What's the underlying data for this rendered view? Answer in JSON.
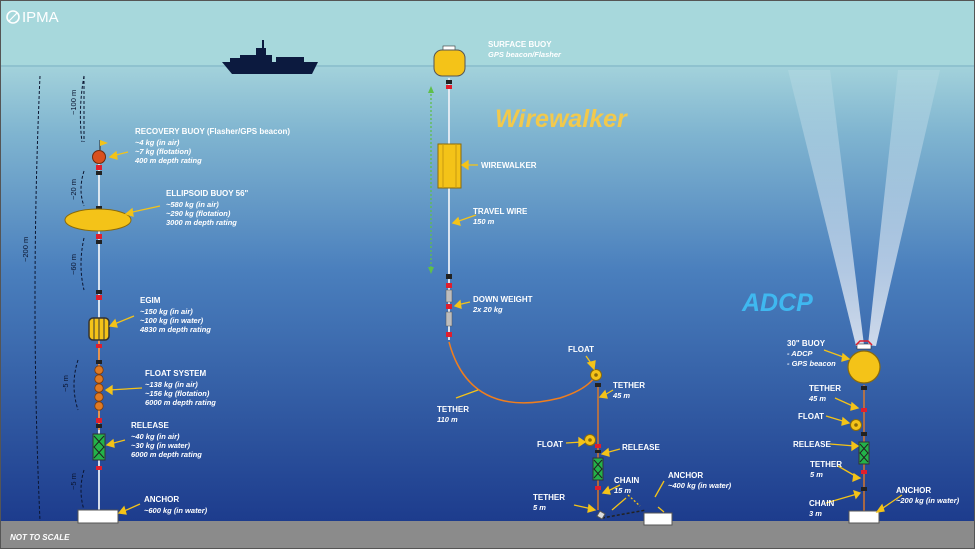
{
  "header": {
    "logo_text": "IPMA"
  },
  "colors": {
    "sky": "#a7d8dc",
    "sea_top": "#a3d2db",
    "sea_bottom": "#1d3c8d",
    "seabed": "#8b8b8b",
    "yellow": "#f4c318",
    "orange_line": "#f07e1d",
    "wire": "#e8eef5",
    "ship": "#0c1a3f"
  },
  "scale_note": "NOT TO SCALE",
  "titles": {
    "wirewalker": "Wirewalker",
    "adcp": "ADCP"
  },
  "depths": {
    "d100": "~100 m",
    "d20": "~20 m",
    "d60": "~60 m",
    "d200": "~200 m",
    "d5a": "~5 m",
    "d5b": "~5 m"
  },
  "left_mooring": {
    "recovery": {
      "name": "RECOVERY BUOY (Flasher/GPS beacon)",
      "l1": "~4 kg (in air)",
      "l2": "~7 kg (flotation)",
      "l3": "400 m depth rating"
    },
    "ellipsoid": {
      "name": "ELLIPSOID BUOY 56\"",
      "l1": "~580 kg (in air)",
      "l2": "~290 kg (flotation)",
      "l3": "3000 m depth rating"
    },
    "egim": {
      "name": "EGIM",
      "l1": "~150 kg (in air)",
      "l2": "~100 kg (in water)",
      "l3": "4830 m depth rating"
    },
    "float": {
      "name": "FLOAT SYSTEM",
      "l1": "~138 kg (in air)",
      "l2": "~156 kg (flotation)",
      "l3": "6000 m depth rating"
    },
    "release": {
      "name": "RELEASE",
      "l1": "~40 kg (in air)",
      "l2": "~30 kg (in water)",
      "l3": "6000 m depth rating"
    },
    "anchor": {
      "name": "ANCHOR",
      "l1": "~600 kg (in water)"
    }
  },
  "wirewalker_mooring": {
    "surface": {
      "name": "SURFACE BUOY",
      "l1": "GPS beacon/Flasher"
    },
    "walker": {
      "name": "WIREWALKER"
    },
    "wire": {
      "name": "TRAVEL WIRE",
      "l1": "150 m"
    },
    "weight": {
      "name": "DOWN WEIGHT",
      "l1": "2x 20 kg"
    },
    "tether": {
      "name": "TETHER",
      "l1": "110 m"
    },
    "float_top": {
      "name": "FLOAT"
    },
    "tether2": {
      "name": "TETHER",
      "l1": "45 m"
    },
    "float2": {
      "name": "FLOAT"
    },
    "release": {
      "name": "RELEASE"
    },
    "chain": {
      "name": "CHAIN",
      "l1": "15 m"
    },
    "anchor": {
      "name": "ANCHOR",
      "l1": "~400 kg (in water)"
    },
    "tether3": {
      "name": "TETHER",
      "l1": "5 m"
    }
  },
  "adcp_mooring": {
    "buoy": {
      "name": "30\" BUOY",
      "l1": "- ADCP",
      "l2": "- GPS beacon"
    },
    "tether": {
      "name": "TETHER",
      "l1": "45 m"
    },
    "float": {
      "name": "FLOAT"
    },
    "release": {
      "name": "RELEASE"
    },
    "tether2": {
      "name": "TETHER",
      "l1": "5 m"
    },
    "chain": {
      "name": "CHAIN",
      "l1": "3 m"
    },
    "anchor": {
      "name": "ANCHOR",
      "l1": "~200 kg (in water)"
    }
  }
}
